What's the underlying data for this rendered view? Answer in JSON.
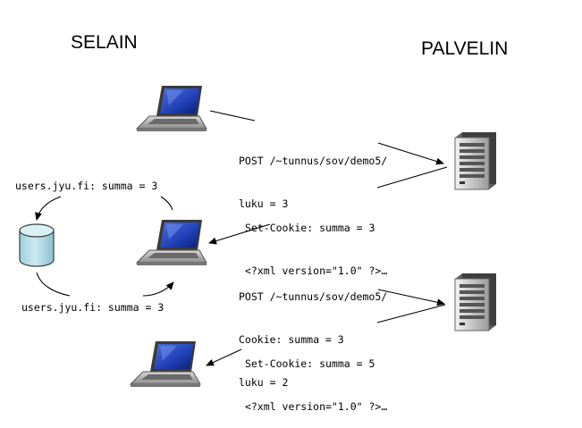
{
  "headings": {
    "browser": "SELAIN",
    "server": "PALVELIN"
  },
  "messages": {
    "request1": [
      "POST /~tunnus/sov/demo5/",
      "luku = 3"
    ],
    "response1": [
      "Set-Cookie: summa = 3",
      "<?xml version=\"1.0\" ?>…"
    ],
    "request2": [
      "POST /~tunnus/sov/demo5/",
      "Cookie: summa = 3",
      "luku = 2"
    ],
    "response2": [
      "Set-Cookie: summa = 5",
      "<?xml version=\"1.0\" ?>…"
    ]
  },
  "cookie_store": {
    "stored_label": "users.jyu.fi: summa = 3",
    "read_label": "users.jyu.fi: summa = 3"
  },
  "colors": {
    "storage_fill": "#b8dde6",
    "screen": "#1f3fb5",
    "arrow": "#000000"
  }
}
